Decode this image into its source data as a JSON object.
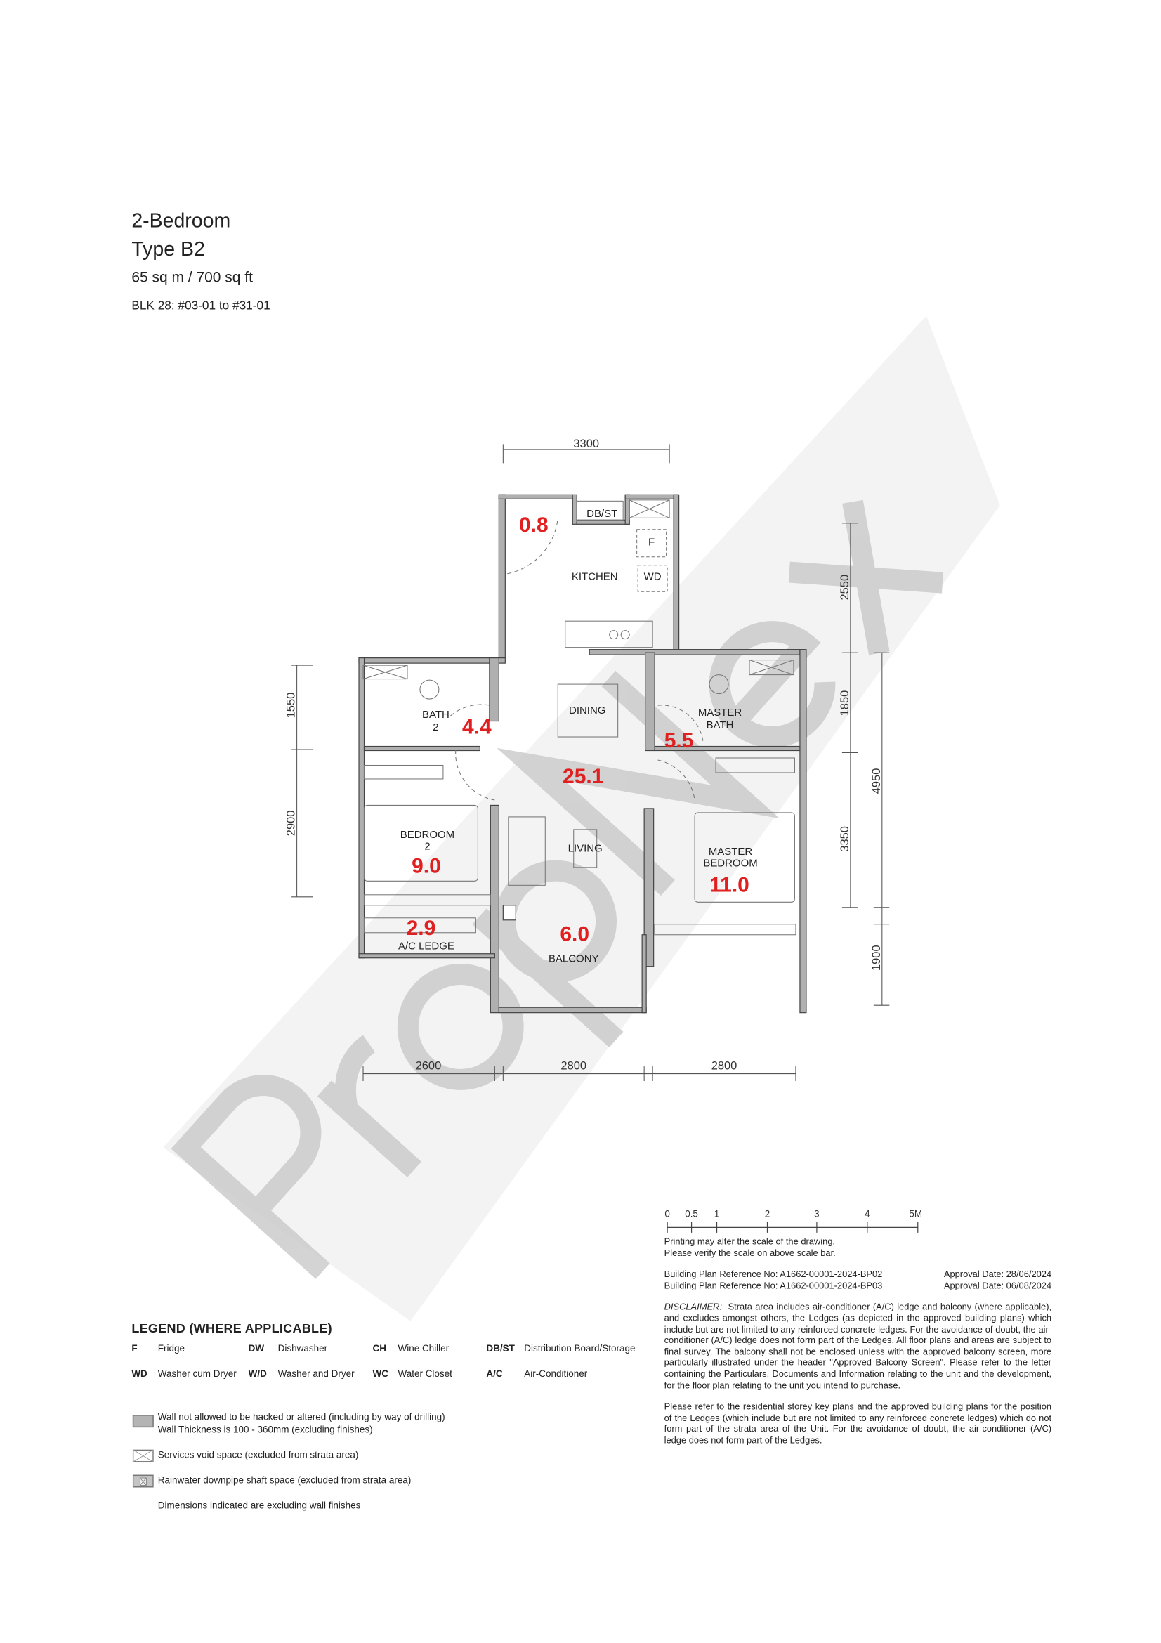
{
  "header": {
    "title": "2-Bedroom",
    "type": "Type B2",
    "area": "65 sq m / 700 sq ft",
    "units": "BLK 28: #03-01 to #31-01"
  },
  "watermark": "PropNex",
  "plan": {
    "rooms": {
      "db_st": "DB/ST",
      "fridge": "F",
      "kitchen": "KITCHEN",
      "wd": "WD",
      "dining": "DINING",
      "bath2_a": "BATH",
      "bath2_b": "2",
      "master_bath_a": "MASTER",
      "master_bath_b": "BATH",
      "bedroom2_a": "BEDROOM",
      "bedroom2_b": "2",
      "living": "LIVING",
      "master_bedroom_a": "MASTER",
      "master_bedroom_b": "BEDROOM",
      "ac_ledge": "A/C LEDGE",
      "balcony": "BALCONY"
    },
    "areas": {
      "yard": "0.8",
      "bath2": "4.4",
      "living_dining": "25.1",
      "master_bath": "5.5",
      "bedroom2": "9.0",
      "master_bedroom": "11.0",
      "ac_ledge": "2.9",
      "balcony": "6.0"
    },
    "area_color": "#e02020",
    "dimensions": {
      "top": "3300",
      "left_upper": "1550",
      "left_lower": "2900",
      "right_kitchen": "2550",
      "right_bath": "1850",
      "right_bed": "3350",
      "right_total": "4950",
      "right_balcony": "1900",
      "bottom_left": "2600",
      "bottom_mid": "2800",
      "bottom_right": "2800"
    }
  },
  "scale_bar": {
    "ticks": [
      "0",
      "0.5",
      "1",
      "2",
      "3",
      "4",
      "5M"
    ],
    "note1": "Printing may alter the scale of the drawing.",
    "note2": "Please verify the scale on above scale bar."
  },
  "references": [
    {
      "ref": "Building Plan Reference No: A1662-00001-2024-BP02",
      "date": "Approval Date: 28/06/2024"
    },
    {
      "ref": "Building Plan Reference No: A1662-00001-2024-BP03",
      "date": "Approval Date: 06/08/2024"
    }
  ],
  "disclaimer": {
    "label": "DISCLAIMER:",
    "text": "Strata area includes air-conditioner (A/C) ledge and balcony (where applicable), and excludes amongst others, the Ledges (as depicted in the approved building plans) which include but are not limited to any reinforced concrete ledges. For the avoidance of doubt, the air-conditioner (A/C) ledge does not form part of the Ledges. All floor plans and areas are subject to final survey. The balcony shall not be enclosed unless with the approved balcony screen, more particularly illustrated under the header \"Approved Balcony Screen\". Please refer to the letter containing the Particulars, Documents and Information relating to the unit and the development, for the floor plan relating to the unit you intend to purchase.",
    "text2": "Please refer to the residential storey key plans and the approved building plans for the position of the Ledges (which include but are not limited to any reinforced concrete ledges) which do not form part of the strata area of the Unit. For the avoidance of doubt, the air-conditioner (A/C) ledge does not form part of the Ledges."
  },
  "legend": {
    "title": "LEGEND (WHERE APPLICABLE)",
    "items": [
      {
        "code": "F",
        "label": "Fridge"
      },
      {
        "code": "DW",
        "label": "Dishwasher"
      },
      {
        "code": "CH",
        "label": "Wine Chiller"
      },
      {
        "code": "DB/ST",
        "label": "Distribution Board/Storage"
      },
      {
        "code": "WD",
        "label": "Washer cum Dryer"
      },
      {
        "code": "W/D",
        "label": "Washer and Dryer"
      },
      {
        "code": "WC",
        "label": "Water Closet"
      },
      {
        "code": "A/C",
        "label": "Air-Conditioner"
      }
    ],
    "wall_note1": "Wall not allowed to be hacked or altered (including by way of drilling)",
    "wall_note2": "Wall Thickness is 100 - 360mm (excluding finishes)",
    "void_note": "Services void space (excluded from strata area)",
    "rainwater_note": "Rainwater downpipe shaft space (excluded from strata area)",
    "dims_note": "Dimensions indicated are excluding wall finishes"
  }
}
